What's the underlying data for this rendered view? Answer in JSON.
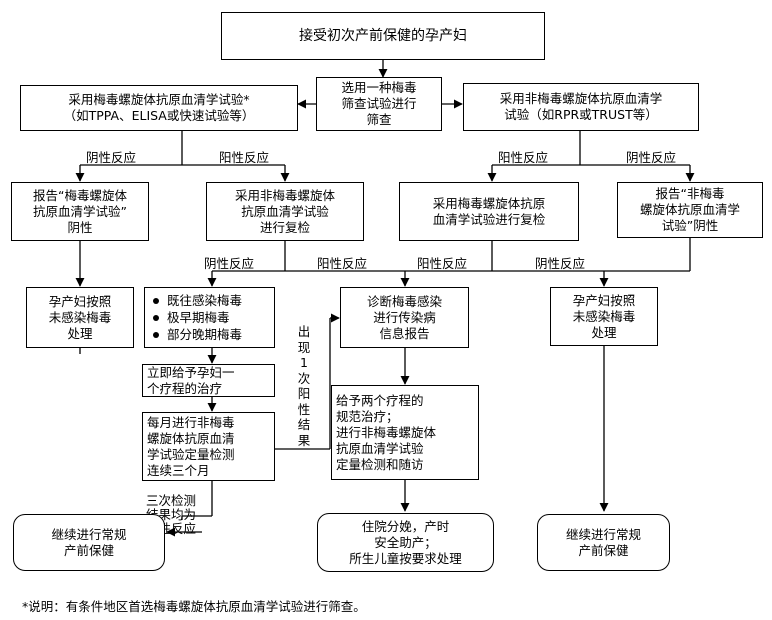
{
  "nodes": {
    "start": "接受初次产前保健的孕产妇",
    "select": "选用一种梅毒\n筛查试验进行\n筛查",
    "left_test": "采用梅毒螺旋体抗原血清学试验*\n（如TPPA、ELISA或快速试验等）",
    "right_test": "采用非梅毒螺旋体抗原血清学\n试验（如RPR或TRUST等）",
    "report_tp_neg": "报告“梅毒螺旋体\n抗原血清学试验”\n阴性",
    "nontp_recheck_left": "采用非梅毒螺旋体\n抗原血清学试验\n进行复检",
    "tp_recheck_right": "采用梅毒螺旋体抗原\n血清学试验进行复检",
    "report_nontp_neg": "报告“非梅毒\n螺旋体抗原血清学\n试验”阴性",
    "uninfected_left": "孕产妇按照\n未感染梅毒\n处理",
    "history_items": [
      "既往感染梅毒",
      "极早期梅毒",
      "部分晚期梅毒"
    ],
    "diagnose": "诊断梅毒感染\n进行传染病\n信息报告",
    "uninfected_right": "孕产妇按照\n未感染梅毒\n处理",
    "one_course": "立即给予孕妇一\n个疗程的治疗",
    "monthly": "每月进行非梅毒\n螺旋体抗原血清\n学试验定量检测\n连续三个月",
    "two_courses": "给予两个疗程的\n规范治疗；\n进行非梅毒螺旋体\n抗原血清学试验\n定量检测和随访",
    "continue_left": "继续进行常规\n产前保健",
    "hospital": "住院分娩，产时\n安全助产；\n所生儿童按要求处理",
    "continue_right": "继续进行常规\n产前保健"
  },
  "labels": {
    "neg1": "阴性反应",
    "pos1": "阳性反应",
    "pos2": "阳性反应",
    "neg2": "阴性反应",
    "neg3": "阴性反应",
    "pos3": "阳性反应",
    "pos4": "阳性反应",
    "neg4": "阴性反应",
    "once_positive": "出现1次阳性结果",
    "three_neg": "三次检测\n结果均为\n阴性反应"
  },
  "footnote": "*说明：有条件地区首选梅毒螺旋体抗原血清学试验进行筛查。"
}
